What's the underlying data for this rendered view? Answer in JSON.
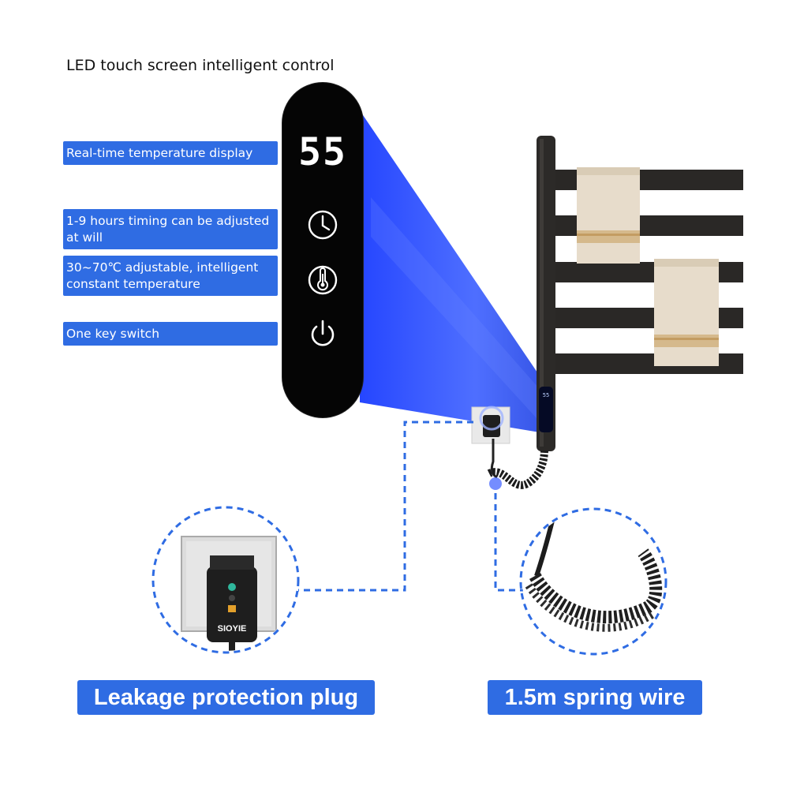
{
  "heading": "LED touch screen intelligent control",
  "features": [
    {
      "label": "Real-time temperature display",
      "icon": "temperature-readout"
    },
    {
      "label": "1-9 hours timing can be adjusted at will",
      "icon": "clock-icon"
    },
    {
      "label": "30~70℃ adjustable, intelligent constant temperature",
      "icon": "thermometer-icon"
    },
    {
      "label": "One key switch",
      "icon": "power-icon"
    }
  ],
  "panel": {
    "temperature": "55"
  },
  "rail_panel": {
    "temperature": "55"
  },
  "plug": {
    "brand": "SIOYIE"
  },
  "callouts": {
    "plug_label": "Leakage protection plug",
    "wire_label": "1.5m spring wire"
  },
  "colors": {
    "accent": "#2f6ce3",
    "panel": "#050505",
    "rail": "#2a2826",
    "towel": "#e7dccb"
  }
}
